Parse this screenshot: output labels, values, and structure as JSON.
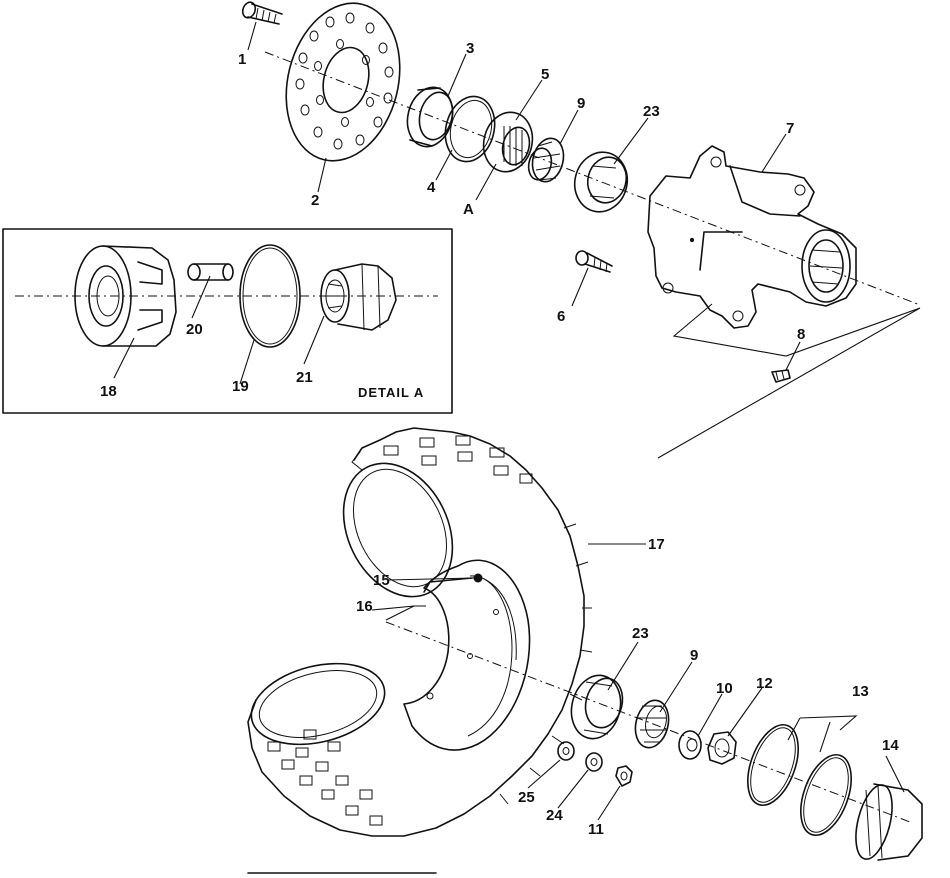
{
  "labels": {
    "p1": "1",
    "p2": "2",
    "p3": "3",
    "p4": "4",
    "p5": "5",
    "p6": "6",
    "p7": "7",
    "p8": "8",
    "p9a": "9",
    "p9b": "9",
    "p10": "10",
    "p11": "11",
    "p12": "12",
    "p13": "13",
    "p14": "14",
    "p15": "15",
    "p16": "16",
    "p17": "17",
    "p18": "18",
    "p19": "19",
    "p20": "20",
    "p21": "21",
    "p23a": "23",
    "p23b": "23",
    "p24": "24",
    "p25": "25",
    "pA": "A"
  },
  "detail": {
    "caption": "DETAIL A"
  }
}
